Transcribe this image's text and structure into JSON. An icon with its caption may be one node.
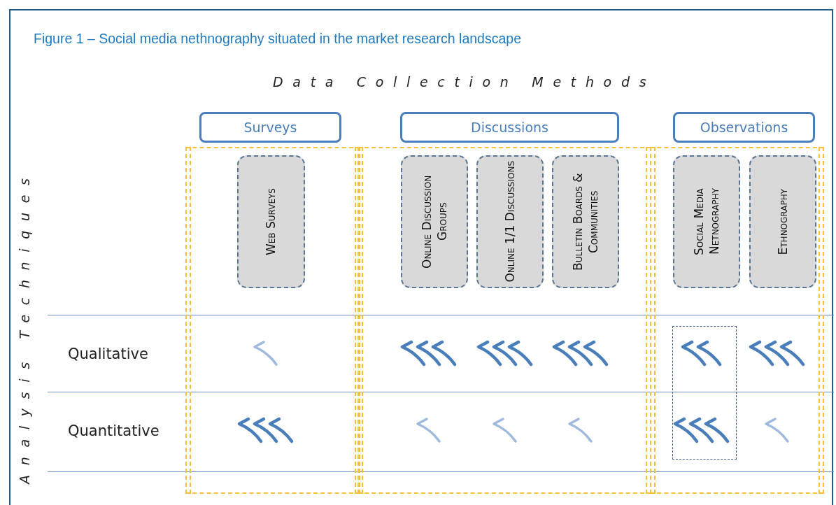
{
  "diagram": {
    "title": "Figure 1 – Social media nethnography situated in the market research landscape",
    "nodes": [
      {
        "text": [
          "Surveys"
        ]
      },
      {
        "text": [
          "Discussions"
        ]
      },
      {
        "text": [
          "Observations"
        ]
      },
      {
        "text": [],
        "shape": "box"
      },
      {
        "text": [
          "Web Surveys"
        ],
        "in": 3
      },
      {
        "text": [],
        "shape": "box"
      },
      {
        "text": [
          "Online Discussion Groups"
        ],
        "in": 5
      },
      {
        "text": [
          "Online 1/1 Discussions"
        ],
        "in": 5
      },
      {
        "text": [
          "Bulletin Boards & Communities"
        ],
        "in": 5
      },
      {
        "text": [],
        "shape": "box"
      },
      {
        "text": [
          "Social Media Netnography"
        ],
        "in": 9
      },
      {
        "text": [
          "Ethnography"
        ],
        "in": 9
      }
    ],
    "edges": [],
    "labels": [
      "Data Collection Methods",
      "Analysis Techniques",
      "Qualitative",
      "Quantitative"
    ]
  }
}
